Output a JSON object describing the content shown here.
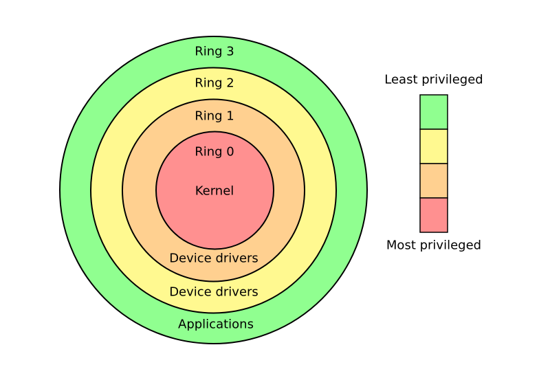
{
  "rings": [
    {
      "name": "Ring 3",
      "role": "Applications",
      "color": "#90ff90"
    },
    {
      "name": "Ring 2",
      "role": "Device drivers",
      "color": "#fff990"
    },
    {
      "name": "Ring 1",
      "role": "Device drivers",
      "color": "#ffd090"
    },
    {
      "name": "Ring 0",
      "role": "Kernel",
      "color": "#ff9090"
    }
  ],
  "legend": {
    "top_label": "Least privileged",
    "bottom_label": "Most privileged"
  }
}
